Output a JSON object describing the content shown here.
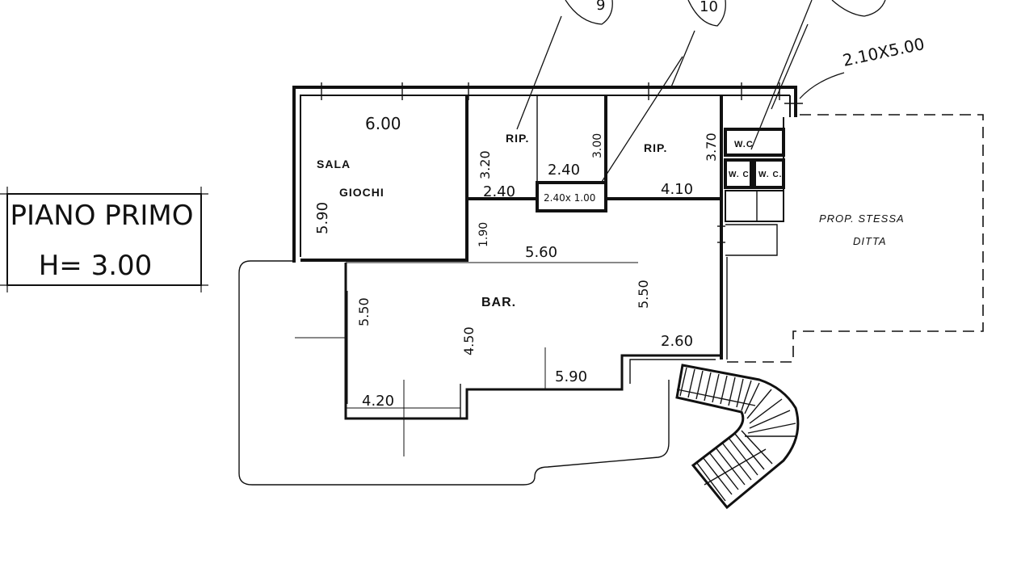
{
  "title_block": {
    "line1": "PIANO  PRIMO",
    "line2": "H= 3.00"
  },
  "rooms": {
    "sala_line1": "SALA",
    "sala_line2": "GIOCHI",
    "rip1": "RIP.",
    "rip2": "RIP.",
    "bar": "BAR.",
    "wc_top": "W.C",
    "wc_a": "W. C.",
    "wc_b": "W. C.",
    "prop_line1": "PROP.  STESSA",
    "prop_line2": "DITTA"
  },
  "dimensions": {
    "d600": "6.00",
    "d590_left": "5.90",
    "d320": "3.20",
    "d240_a": "2.40",
    "d240_b": "2.40",
    "d300": "3.00",
    "d240x100": "2.40x 1.00",
    "d370": "3.70",
    "d410": "4.10",
    "d210x500": "2.10X5.00",
    "d190": "1.90",
    "d560": "5.60",
    "d550_left": "5.50",
    "d550_right": "5.50",
    "d450": "4.50",
    "d260": "2.60",
    "d590_bottom": "5.90",
    "d420": "4.20"
  },
  "callouts": {
    "c_left": "9",
    "c_mid": "10",
    "c_right": ""
  }
}
